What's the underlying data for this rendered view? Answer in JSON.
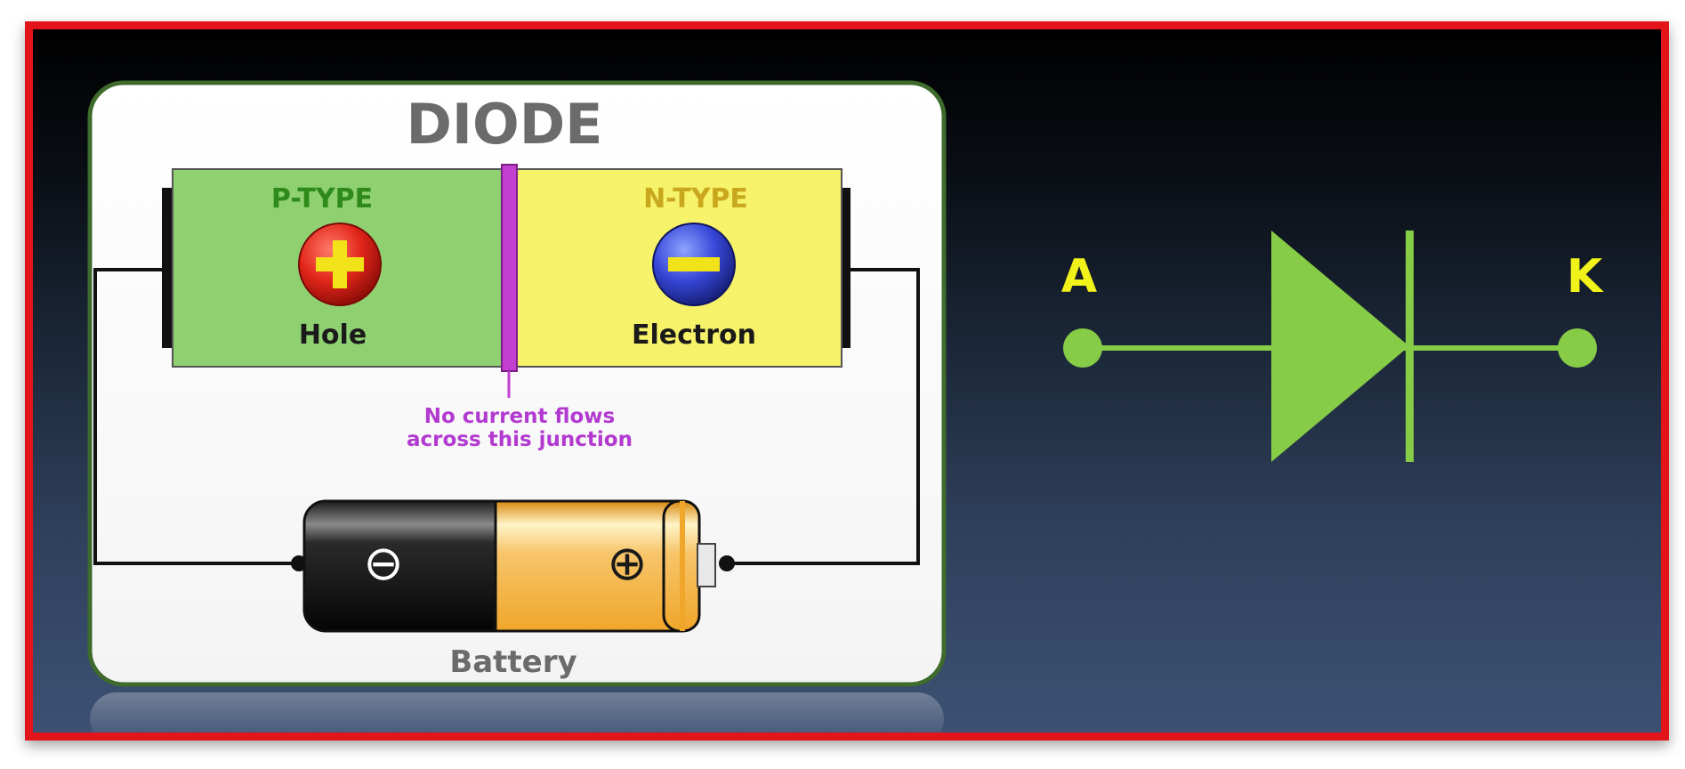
{
  "title": "DIODE",
  "p_type": {
    "label": "P-TYPE",
    "carrier": "Hole",
    "symbol": "+"
  },
  "n_type": {
    "label": "N-TYPE",
    "carrier": "Electron",
    "symbol": "−"
  },
  "junction_note": [
    "No current flows",
    "across this junction"
  ],
  "battery": {
    "label": "Battery",
    "negative": "⊖",
    "positive": "⊕"
  },
  "symbol": {
    "anode": "A",
    "cathode": "K"
  },
  "colors": {
    "frame": "#e4141b",
    "p_region": "#8fd070",
    "n_region": "#f6f26a",
    "junction": "#c23fd0",
    "note_text": "#b23ad0",
    "symbol_green": "#86cc46",
    "terminal_label": "#f2f21b"
  }
}
